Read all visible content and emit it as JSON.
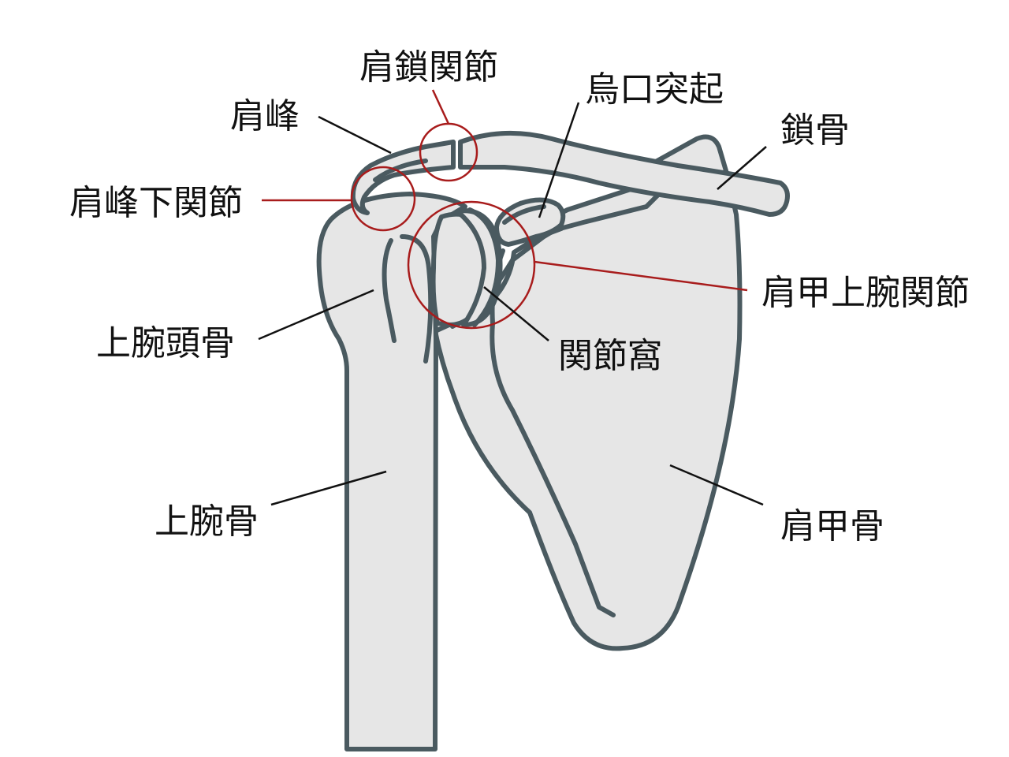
{
  "labels": {
    "acromioclavicular_joint": "肩鎖関節",
    "coracoid_process": "烏口突起",
    "acromion": "肩峰",
    "clavicle": "鎖骨",
    "subacromial_joint": "肩峰下関節",
    "glenohumeral_joint": "肩甲上腕関節",
    "humeral_head": "上腕頭骨",
    "glenoid_fossa": "関節窩",
    "humerus": "上腕骨",
    "scapula": "肩甲骨"
  },
  "colors": {
    "bone_fill": "#e6e6e6",
    "bone_outline": "#4a5a60",
    "joint_marker": "#a81c1c",
    "leader_line": "#111111"
  }
}
